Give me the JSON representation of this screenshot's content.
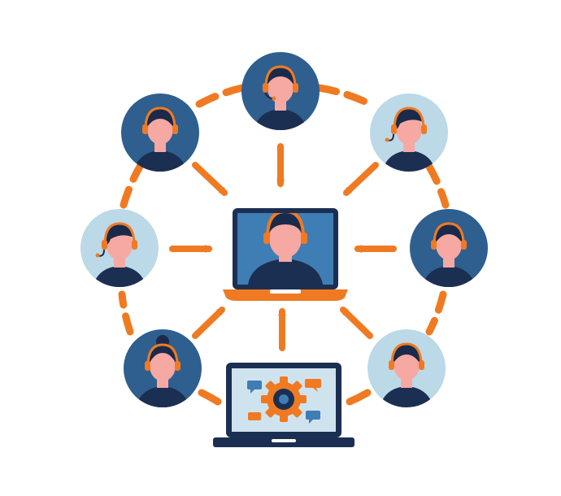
{
  "colors": {
    "accent_orange": "#f07a22",
    "dark_blue": "#2f5f8f",
    "light_blue": "#bcd9e8",
    "navy": "#1b2f52",
    "skin": "#f6a8a3",
    "hair": "#1a2a4a",
    "screen_blue": "#3f7db5",
    "screen_light": "#cfe3ef"
  },
  "center_laptop": {
    "icon": "video-call-agent-icon"
  },
  "bottom_laptop": {
    "icon": "gear-settings-icon"
  },
  "agents": [
    {
      "id": "agent-top",
      "icon": "headset-agent-icon",
      "theme": "dark"
    },
    {
      "id": "agent-top-right",
      "icon": "headset-agent-icon",
      "theme": "light"
    },
    {
      "id": "agent-right",
      "icon": "headset-agent-icon",
      "theme": "dark"
    },
    {
      "id": "agent-bottom-right",
      "icon": "headset-agent-icon",
      "theme": "light"
    },
    {
      "id": "agent-bottom-left",
      "icon": "headset-agent-icon",
      "theme": "dark"
    },
    {
      "id": "agent-left",
      "icon": "headset-agent-icon",
      "theme": "light"
    },
    {
      "id": "agent-top-left",
      "icon": "headset-agent-icon",
      "theme": "dark"
    }
  ]
}
